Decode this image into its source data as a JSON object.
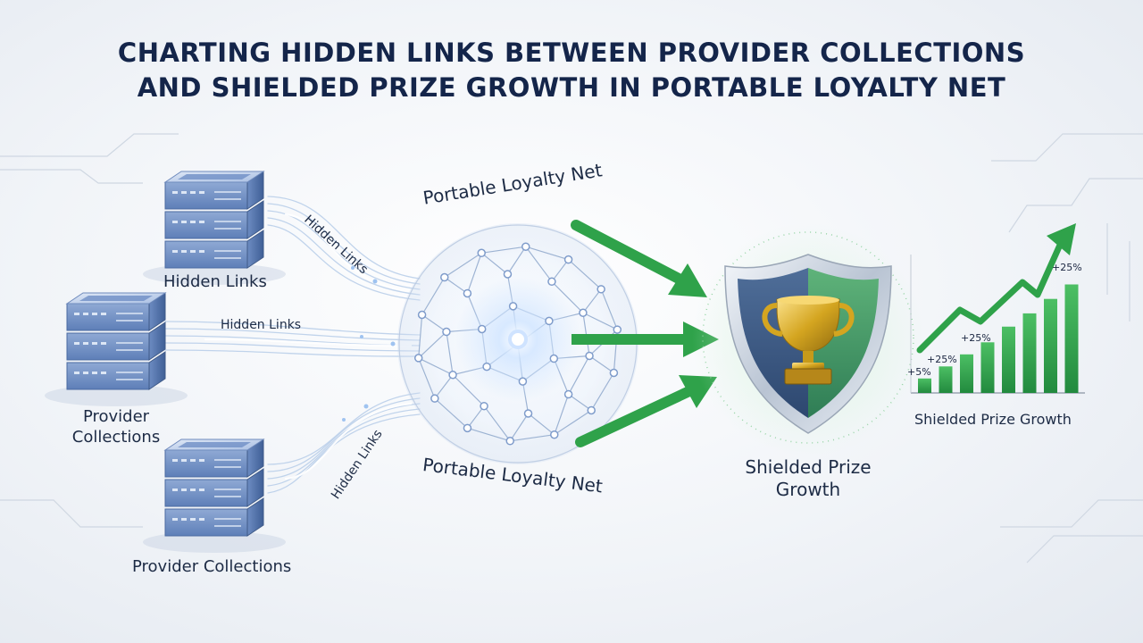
{
  "title": {
    "line1": "CHARTING HIDDEN LINKS BETWEEN PROVIDER COLLECTIONS",
    "line2": "AND SHIELDED PRIZE GROWTH IN PORTABLE LOYALTY NET"
  },
  "servers": {
    "top_label": "Hidden Links",
    "middle_label_line1": "Provider",
    "middle_label_line2": "Collections",
    "bottom_label": "Provider Collections"
  },
  "links": {
    "label_top": "Hidden Links",
    "label_middle": "Hidden Links",
    "label_bottom": "Hidden Links"
  },
  "globe": {
    "label_top": "Portable Loyalty Net",
    "label_bottom": "Portable Loyalty Net"
  },
  "shield": {
    "label_line1": "Shielded Prize",
    "label_line2": "Growth"
  },
  "growth_chart": {
    "caption": "Shielded Prize Growth",
    "annotations": [
      "+5%",
      "+25%",
      "+25%",
      "+25%"
    ],
    "bar_levels": [
      0.12,
      0.22,
      0.32,
      0.42,
      0.55,
      0.66,
      0.78,
      0.9
    ]
  },
  "colors": {
    "title": "#14254a",
    "arrow_green": "#2fa24a",
    "server_blue": "#5b7fb8",
    "shield_green": "#3a9a5e",
    "trophy_gold": "#d4a520"
  },
  "icons": [
    "server-icon",
    "globe-network-icon",
    "shield-icon",
    "trophy-icon",
    "growth-arrow-icon"
  ]
}
